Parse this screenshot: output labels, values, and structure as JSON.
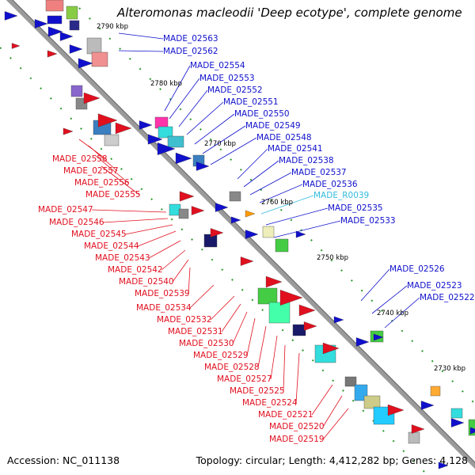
{
  "title": "Alteromonas macleodii 'Deep ecotype', complete genome",
  "accession": "Accession: NC_011138",
  "summary": "Topology: circular; Length: 4,412,282 bp; Genes: 4,128",
  "colors": {
    "red_strand": "#e0101f",
    "blue_strand": "#1010cc",
    "rna": "#33bbdd",
    "backbone": "#999999"
  },
  "scale_marks": [
    "2790 kbp",
    "2780 kbp",
    "2770 kbp",
    "2760 kbp",
    "2750 kbp",
    "2740 kbp",
    "2730 kbp"
  ],
  "blue_labels": [
    "MADE_02563",
    "MADE_02562",
    "MADE_02554",
    "MADE_02553",
    "MADE_02552",
    "MADE_02551",
    "MADE_02550",
    "MADE_02549",
    "MADE_02548",
    "MADE_02541",
    "MADE_02538",
    "MADE_02537",
    "MADE_02536",
    "MADE_R0039",
    "MADE_02535",
    "MADE_02533",
    "MADE_02526",
    "MADE_02523",
    "MADE_02522"
  ],
  "red_labels": [
    "MADE_02558",
    "MADE_02557",
    "MADE_02556",
    "MADE_02555",
    "MADE_02547",
    "MADE_02546",
    "MADE_02545",
    "MADE_02544",
    "MADE_02543",
    "MADE_02542",
    "MADE_02540",
    "MADE_02539",
    "MADE_02534",
    "MADE_02532",
    "MADE_02531",
    "MADE_02530",
    "MADE_02529",
    "MADE_02528",
    "MADE_02527",
    "MADE_02525",
    "MADE_02524",
    "MADE_02521",
    "MADE_02520",
    "MADE_02519"
  ]
}
